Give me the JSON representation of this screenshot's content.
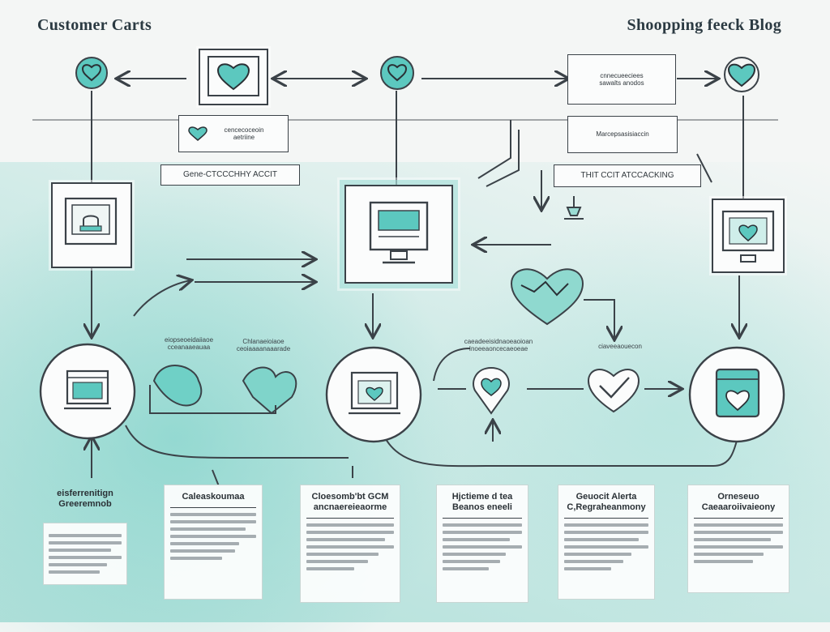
{
  "header": {
    "left_title": "Customer Carts",
    "right_title": "Shoopping feeck Blog"
  },
  "top_labels": {
    "label_center_right_top": "cnnecueeciees\nsawalts anodos",
    "label_left_mid": "cencecoceoin\naetriine",
    "label_right_mid": "Marcepsasisiaccin",
    "label_left_banner": "Gene-CTCCCHHY ACCIT",
    "label_right_banner": "THIT CCIT ATCCACKING"
  },
  "small_notes": {
    "note_left_a": "eiopseoeidaiiaoe\ncceanaaeauaa",
    "note_left_b": "Chlanaeioiaoe\nceoiaaaanaaarade",
    "note_center": "caeadeeisidnaoeaoioan\nInoeeaoncecaeoeae",
    "note_right": "ciaveeaouecon"
  },
  "cards": [
    {
      "title": "eisferrenitign\nGreeremnob"
    },
    {
      "title": "Caleaskoumaa"
    },
    {
      "title": "Cloesomb'bt GCM\nancnaereieaorme"
    },
    {
      "title": "Hjctieme d tea\nBeanos eneeli"
    },
    {
      "title": "Geuocit Alerta\nC,Regraheanmony"
    },
    {
      "title": "Orneseuo\nCaeaaroiivaieony"
    }
  ],
  "colors": {
    "accent": "#5cc8bf",
    "accent_dark": "#3aa79d",
    "stroke": "#3b4248",
    "wash": "#8fd6cd"
  },
  "icons": [
    "heart-icon",
    "monitor-icon",
    "laptop-icon",
    "wrench-icon",
    "check-icon",
    "arrow-icon"
  ]
}
